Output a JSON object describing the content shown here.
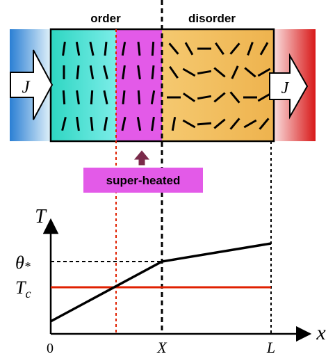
{
  "top": {
    "order_label": "order",
    "disorder_label": "disorder",
    "flux_in_label": "J",
    "flux_out_label": "J",
    "superheated_label": "super-heated"
  },
  "plot": {
    "y_axis_label": "T",
    "x_axis_label": "x",
    "theta_label": "θ",
    "theta_sub": "*",
    "tc_label": "T",
    "tc_sub": "c",
    "x_ticks": [
      "0",
      "X",
      "L"
    ]
  },
  "colors": {
    "order": "#3fe0d0",
    "superheated": "#e35ae8",
    "disorder": "#f2bd5a",
    "cold_reservoir": "#2b7fd4",
    "hot_reservoir": "#e02020",
    "tc_line": "#e02000",
    "red_dashed": "#e02000"
  }
}
